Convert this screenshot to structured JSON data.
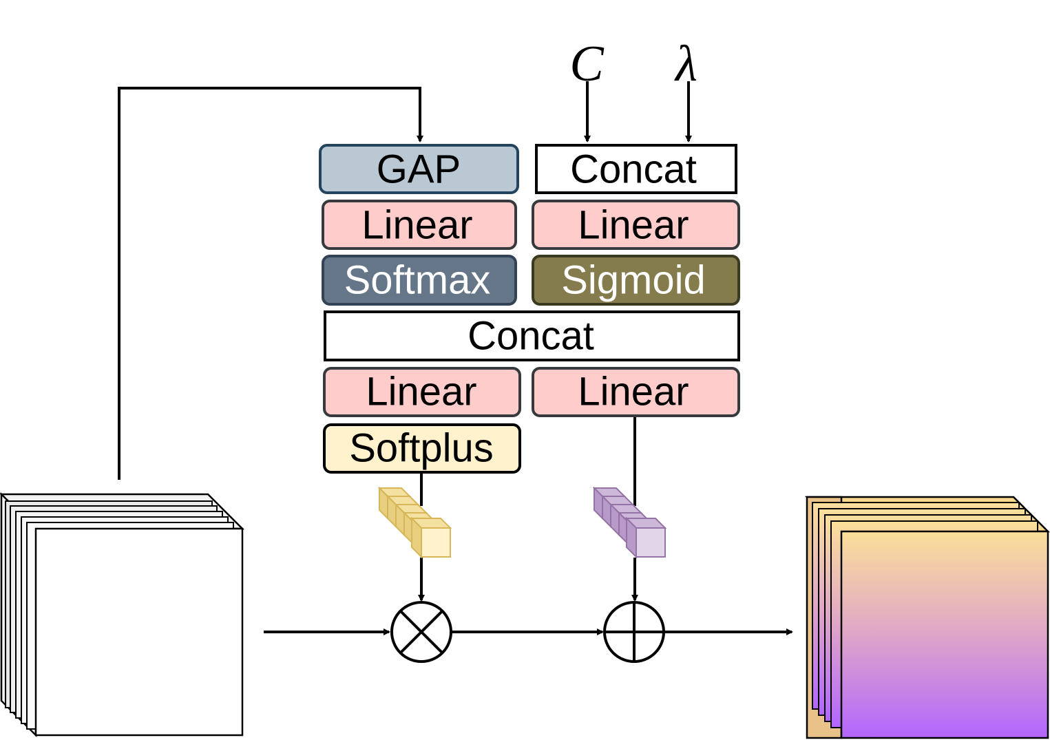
{
  "inputs": {
    "c_symbol": "C",
    "lambda_symbol": "λ"
  },
  "blocks": {
    "gap": "GAP",
    "concat_top": "Concat",
    "linear_left_top": "Linear",
    "linear_right_top": "Linear",
    "softmax": "Softmax",
    "sigmoid": "Sigmoid",
    "concat_middle": "Concat",
    "linear_left_bottom": "Linear",
    "linear_right_bottom": "Linear",
    "softplus": "Softplus"
  },
  "colors": {
    "gap_fill": "#bac8d3",
    "gap_stroke": "#23445d",
    "linear_fill": "#ffcccc",
    "linear_stroke": "#36393d",
    "softmax_fill": "#647687",
    "softmax_stroke": "#314354",
    "sigmoid_fill": "#857c4e",
    "sigmoid_stroke": "#3a3a20",
    "softplus_fill": "#fff2cc",
    "softplus_stroke": "#000000",
    "scale_vector": "#fff2cc",
    "scale_vector_stroke": "#d6b656",
    "shift_vector": "#e1d5e7",
    "shift_vector_stroke": "#9673a6",
    "output_gradient_top": "#fbdf9a",
    "output_gradient_bottom": "#b266ff"
  },
  "operators": {
    "multiply": "multiply-operator",
    "add": "add-operator"
  }
}
